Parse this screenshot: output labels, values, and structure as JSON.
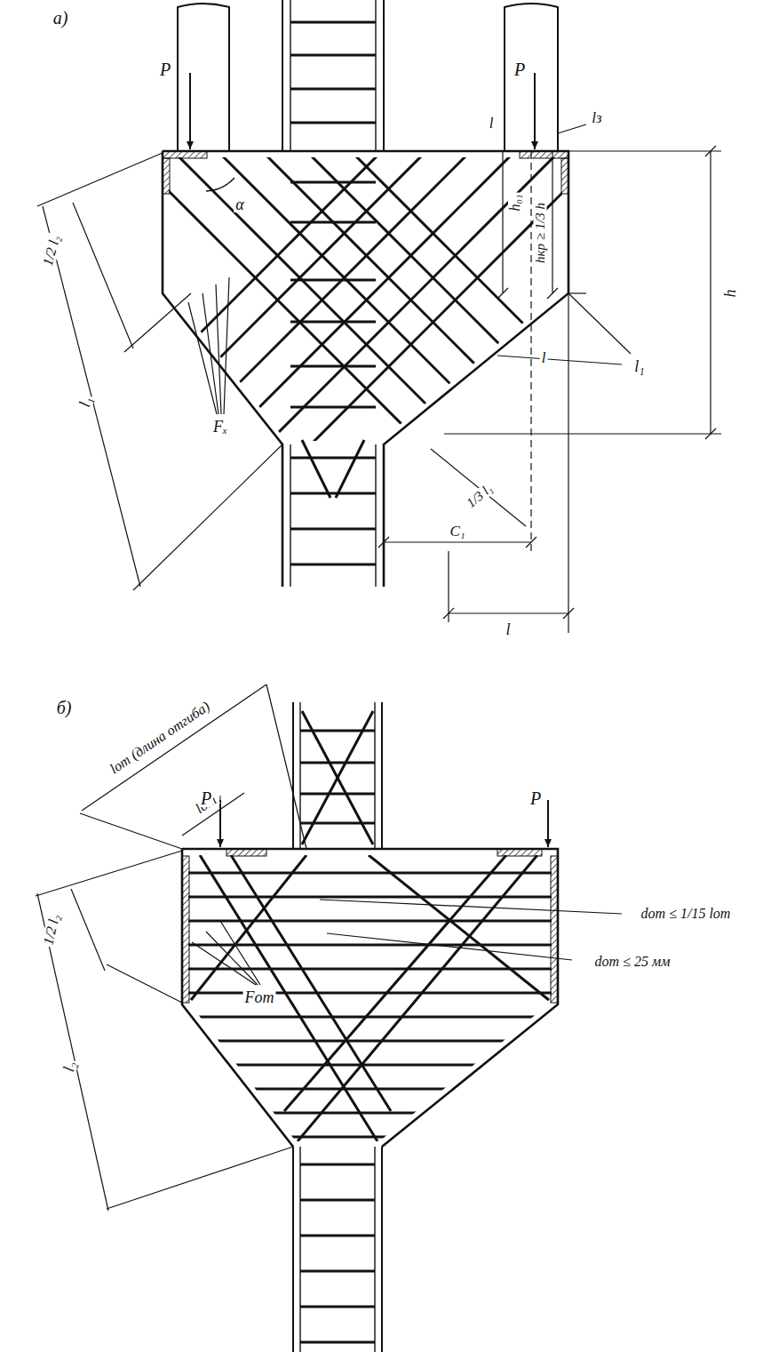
{
  "diagram": {
    "labels": [
      "а)",
      "P",
      "P",
      "lз",
      "l",
      "α",
      "1/2 l₂",
      "l₁",
      "Fₓ",
      "h₀₁",
      "hкр ≥ 1/3 h",
      "h",
      "l",
      "l₁",
      "1/3 l₁",
      "C₁",
      "l",
      "б)",
      "lот (длина отгиба)",
      "lот",
      "P",
      "P",
      "1/2 l₂",
      "l₂",
      "Fот",
      "dот ≤ 1/15 lот",
      "dот ≤ 25 мм"
    ]
  }
}
